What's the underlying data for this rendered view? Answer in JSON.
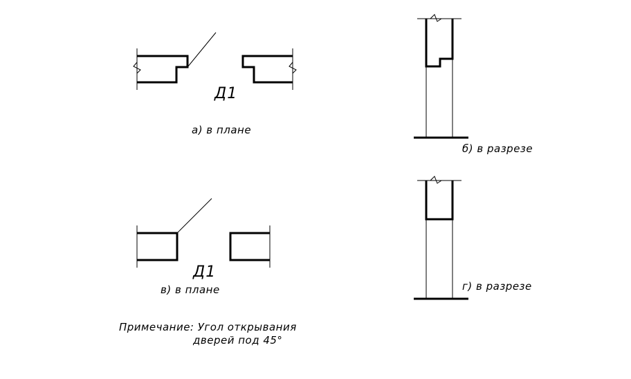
{
  "labels": {
    "door_mark_top": "Д1",
    "door_mark_bottom": "Д1",
    "caption_a": "а) в плане",
    "caption_b": "б) в разрезе",
    "caption_v": "в) в плане",
    "caption_g": "г) в разрезе",
    "note_line1": "Примечание: Угол открывания",
    "note_line2": "дверей под 45°"
  }
}
